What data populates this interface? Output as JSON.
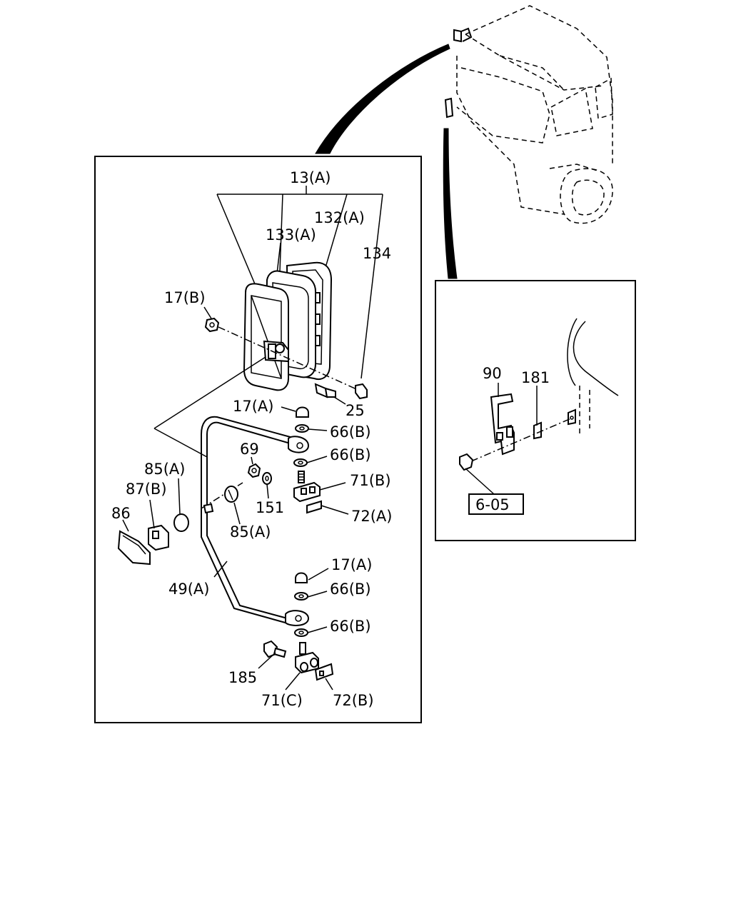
{
  "labels": {
    "l_13a": "13(A)",
    "l_132a": "132(A)",
    "l_133a": "133(A)",
    "l_134": "134",
    "l_17b": "17(B)",
    "l_25": "25",
    "l_17a_top": "17(A)",
    "l_66b_1": "66(B)",
    "l_66b_2": "66(B)",
    "l_69": "69",
    "l_71b": "71(B)",
    "l_85a_left": "85(A)",
    "l_87b": "87(B)",
    "l_86": "86",
    "l_151": "151",
    "l_72a": "72(A)",
    "l_85a_mid": "85(A)",
    "l_17a_low": "17(A)",
    "l_66b_3": "66(B)",
    "l_49a": "49(A)",
    "l_66b_4": "66(B)",
    "l_185": "185",
    "l_71c": "71(C)",
    "l_72b": "72(B)",
    "l_90": "90",
    "l_181": "181",
    "ref_605": "6-05"
  }
}
